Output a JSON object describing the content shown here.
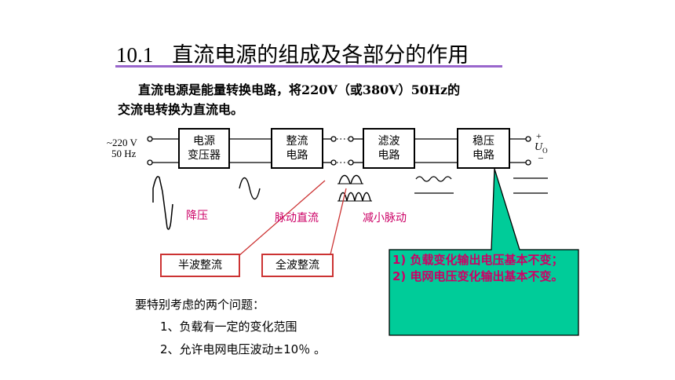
{
  "title": {
    "number": "10.1",
    "text": "直流电源的组成及各部分的作用"
  },
  "intro": {
    "line1": "直流电源是能量转换电路，将220V（或380V）50Hz的",
    "line2": "交流电转换为直流电。"
  },
  "input": {
    "voltage": "~220 V",
    "freq": "50 Hz"
  },
  "blocks": [
    {
      "label": "电源\n变压器"
    },
    {
      "label": "整流\n电路"
    },
    {
      "label": "滤波\n电路"
    },
    {
      "label": "稳压\n电路"
    }
  ],
  "output": {
    "plus": "+",
    "label": "U",
    "sub": "O",
    "minus": "–"
  },
  "annotations": {
    "step_down": "降压",
    "pulsating_dc": "脉动直流",
    "reduce_ripple": "减小脉动"
  },
  "rectifier_types": {
    "half_wave": "半波整流",
    "full_wave": "全波整流"
  },
  "callout": {
    "line1": "1) 负载变化输出电压基本不变；",
    "line2": "2) 电网电压变化输出基本不变。",
    "bg_color": "#00cc99"
  },
  "issues": {
    "heading": "要特别考虑的两个问题：",
    "items": [
      "1、负载有一定的变化范围",
      "2、允许电网电压波动±10％ 。"
    ]
  }
}
